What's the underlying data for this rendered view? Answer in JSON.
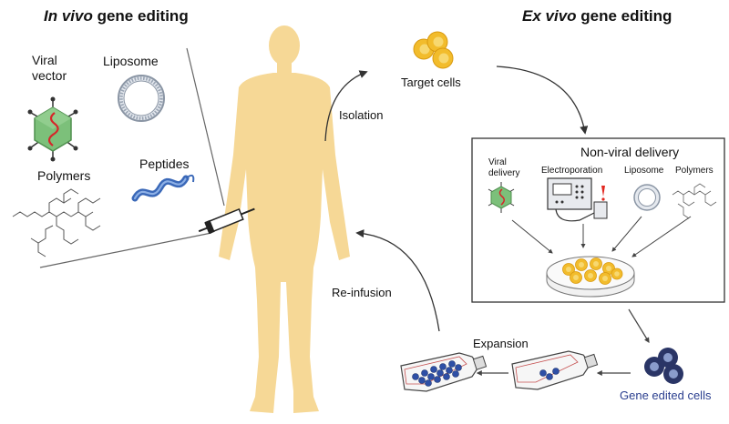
{
  "in_vivo": {
    "title_italic": "In vivo",
    "title_rest": " gene editing",
    "viral_vector": [
      "Viral",
      "vector"
    ],
    "liposome": "Liposome",
    "polymers": "Polymers",
    "peptides": "Peptides"
  },
  "ex_vivo": {
    "title_italic": "Ex vivo",
    "title_rest": " gene editing",
    "target_cells": "Target cells",
    "isolation": "Isolation",
    "reinfusion": "Re-infusion",
    "expansion": "Expansion",
    "gene_edited_cells": "Gene edited cells",
    "nonviral_box": {
      "title": "Non-viral delivery",
      "viral_delivery": [
        "Viral",
        "delivery"
      ],
      "electroporation": "Electroporation",
      "liposome": "Liposome",
      "polymers": "Polymers"
    }
  },
  "colors": {
    "body": "#f6d896",
    "cell_yellow": "#f2bc2c",
    "cell_dark": "#2a3566",
    "virus_green": "#7cc07a",
    "peptide_blue": "#4a78c8",
    "gene_edited_text": "#2b3f8f"
  }
}
